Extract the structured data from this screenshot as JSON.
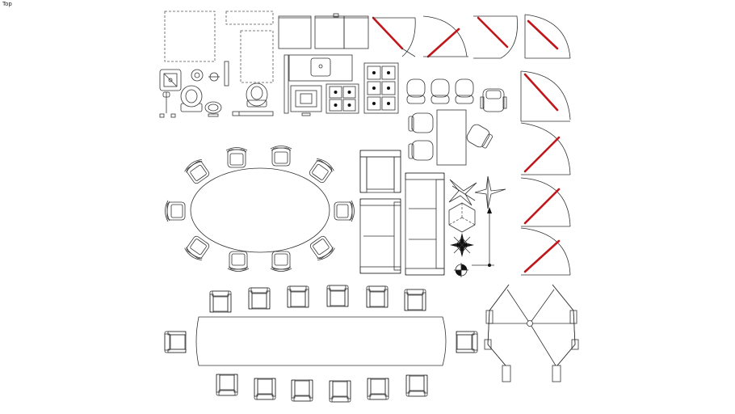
{
  "viewport": {
    "view_label": "Top"
  },
  "colors": {
    "door_swing": "#c0171c",
    "linework": "#333333",
    "background": "#ffffff"
  },
  "symbols": [
    "bathroom-fixtures",
    "kitchen-fixtures",
    "swing-doors",
    "lounge-chairs",
    "oval-conference-table",
    "sofas",
    "compass-rose",
    "section-marker",
    "rectangular-conference-table",
    "folding-doors"
  ]
}
